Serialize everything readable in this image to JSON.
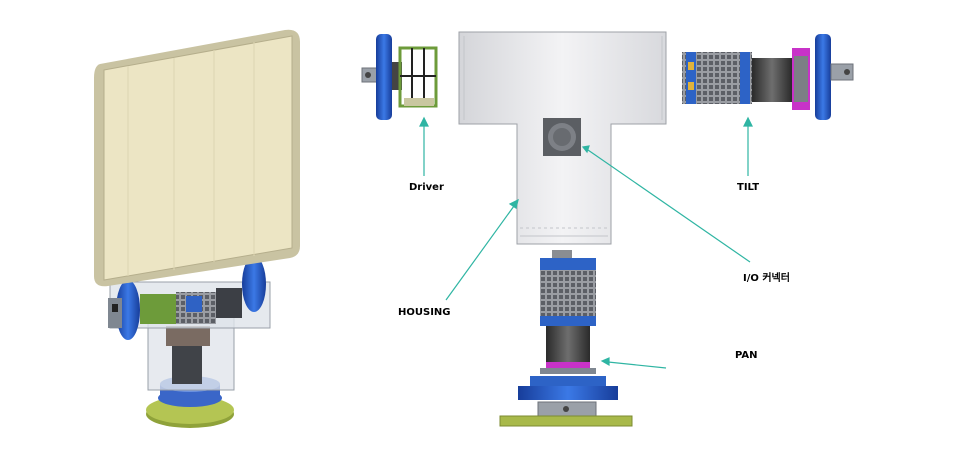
{
  "labels": {
    "driver": "Driver",
    "tilt": "TILT",
    "io_connector": "I/O 커넥터",
    "housing": "HOUSING",
    "pan": "PAN"
  },
  "colors": {
    "arrow": "#2fb5a3",
    "panel": "#ece5c4",
    "housing": "#e6e7ea",
    "flange_blue": "#2357c9",
    "base_green": "#a8b94a",
    "magenta": "#c832c8",
    "driver_green": "#6d9b3a"
  }
}
